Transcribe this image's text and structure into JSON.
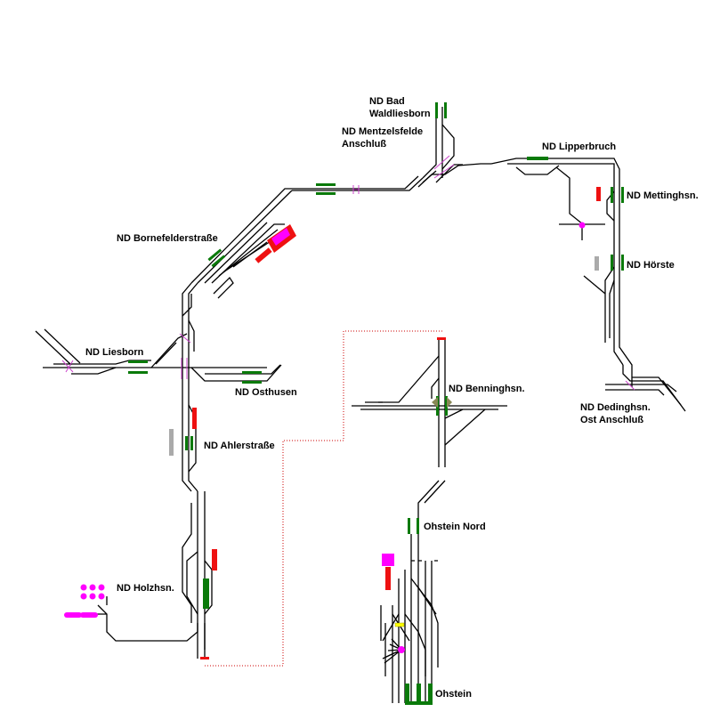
{
  "stations": {
    "bad_waldliesborn": [
      "ND Bad",
      "Waldliesborn"
    ],
    "mentzelsfelde": [
      "ND Mentzelsfelde",
      "Anschluß"
    ],
    "lipperbruch": "ND Lipperbruch",
    "mettinghsn": "ND Mettinghsn.",
    "hoerste": "ND Hörste",
    "dedinghsn": [
      "ND Dedinghsn.",
      "Ost Anschluß"
    ],
    "bornefelderstrasse": "ND Bornefelderstraße",
    "liesborn": "ND Liesborn",
    "osthusen": "ND Osthusen",
    "ahlerstrasse": "ND Ahlerstraße",
    "holzhsn": "ND Holzhsn.",
    "benninghsn": "ND Benninghsn.",
    "ohstein_nord": "Ohstein Nord",
    "ohstein": "Ohstein"
  },
  "colors": {
    "track": "#000000",
    "signal_green": "#0a7a0a",
    "signal_red": "#ee1111",
    "platform_magenta": "#ff00ff",
    "platform_gray": "#aaaaaa",
    "connector_dotted": "#cc0000",
    "marker_yellow": "#ffff00"
  }
}
